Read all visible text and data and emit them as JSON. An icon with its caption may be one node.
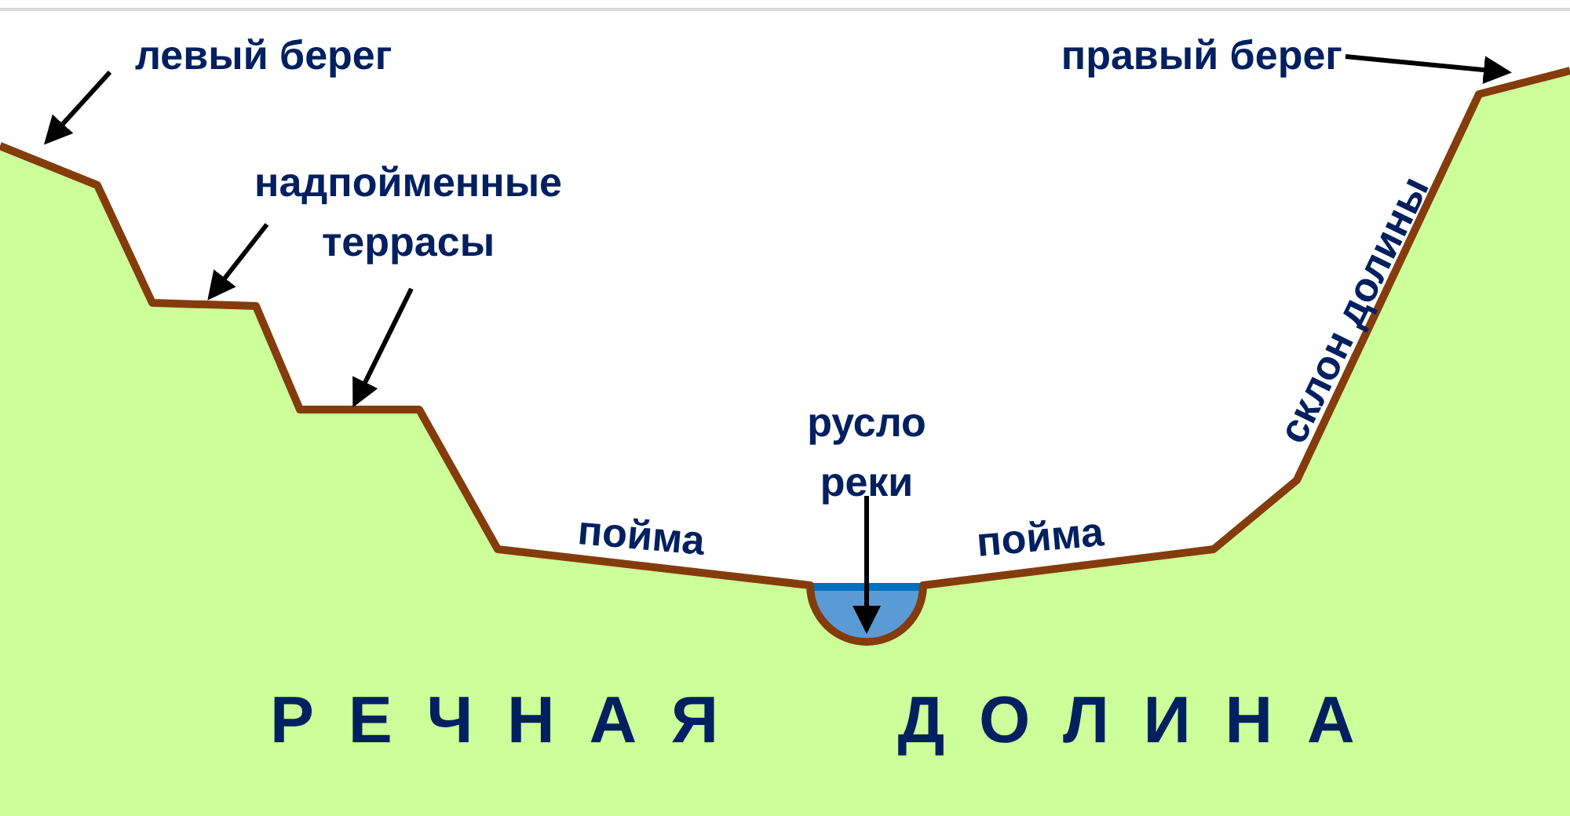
{
  "diagram": {
    "nodes": [
      {
        "text": [
          "левый берег"
        ]
      },
      {
        "text": [
          "надпойменные террасы"
        ]
      },
      {
        "text": [
          "правый берег"
        ]
      },
      {
        "text": [
          "русло реки"
        ]
      }
    ],
    "edges": [
      {
        "from": 0,
        "to": null,
        "arrow": "to"
      },
      {
        "from": 1,
        "to": null,
        "arrow": "to"
      },
      {
        "from": 1,
        "to": null,
        "arrow": "to"
      },
      {
        "from": 2,
        "to": null,
        "arrow": "to"
      },
      {
        "from": 3,
        "to": null,
        "arrow": "to"
      }
    ],
    "labels": [
      "пойма",
      "пойма",
      "склон долины",
      "РЕЧНАЯ ДОЛИНА"
    ]
  }
}
